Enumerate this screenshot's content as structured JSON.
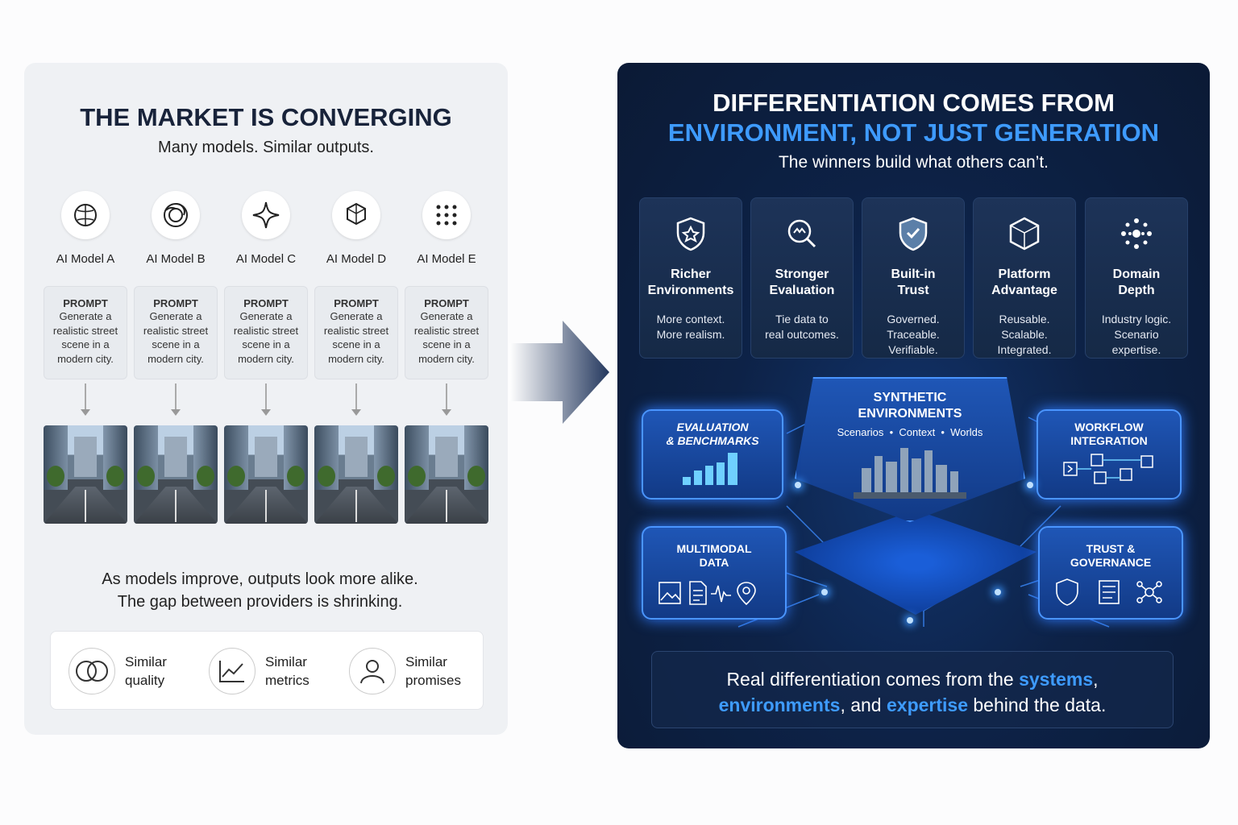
{
  "left": {
    "title": "THE MARKET IS CONVERGING",
    "subtitle": "Many models. Similar outputs.",
    "models": [
      {
        "label": "AI Model A",
        "icon": "brain-icon"
      },
      {
        "label": "AI Model B",
        "icon": "spiral-knot-icon"
      },
      {
        "label": "AI Model C",
        "icon": "sparkle-star-icon"
      },
      {
        "label": "AI Model D",
        "icon": "knot-icon"
      },
      {
        "label": "AI Model E",
        "icon": "dot-grid-icon"
      }
    ],
    "prompt_heading": "PROMPT",
    "prompt_text": "Generate a realistic street scene in a modern city.",
    "conclusion_line1": "As models improve, outputs look more alike.",
    "conclusion_line2": "The gap between providers is shrinking.",
    "similar": [
      {
        "line1": "Similar",
        "line2": "quality",
        "icon": "overlapping-circles-icon"
      },
      {
        "line1": "Similar",
        "line2": "metrics",
        "icon": "line-chart-icon"
      },
      {
        "line1": "Similar",
        "line2": "promises",
        "icon": "person-icon"
      }
    ]
  },
  "right": {
    "title_line1": "DIFFERENTIATION COMES FROM",
    "title_line2": "ENVIRONMENT, NOT JUST GENERATION",
    "subtitle": "The winners build what others can’t.",
    "features": [
      {
        "title1": "Richer",
        "title2": "Environments",
        "desc": [
          "More context.",
          "More realism."
        ],
        "icon": "shield-star-icon"
      },
      {
        "title1": "Stronger",
        "title2": "Evaluation",
        "desc": [
          "Tie data to",
          "real outcomes."
        ],
        "icon": "magnifier-icon"
      },
      {
        "title1": "Built-in",
        "title2": "Trust",
        "desc": [
          "Governed.",
          "Traceable.",
          "Verifiable."
        ],
        "icon": "shield-check-icon"
      },
      {
        "title1": "Platform",
        "title2": "Advantage",
        "desc": [
          "Reusable.",
          "Scalable.",
          "Integrated."
        ],
        "icon": "cube-icon"
      },
      {
        "title1": "Domain",
        "title2": "Depth",
        "desc": [
          "Industry logic.",
          "Scenario",
          "expertise."
        ],
        "icon": "dots-cluster-icon"
      }
    ],
    "center": {
      "title1": "SYNTHETIC",
      "title2": "ENVIRONMENTS",
      "tagline": "Scenarios  •  Context  •  Worlds"
    },
    "eval": {
      "line1": "EVALUATION",
      "line2": "& BENCHMARKS"
    },
    "workflow": {
      "line1": "WORKFLOW",
      "line2": "INTEGRATION"
    },
    "multimodal": {
      "line1": "MULTIMODAL",
      "line2": "DATA"
    },
    "trust": {
      "line1": "TRUST &",
      "line2": "GOVERNANCE"
    },
    "footer": {
      "p1": "Real differentiation comes from the ",
      "h1": "systems",
      "p2": ",",
      "h2": "environments",
      "p3": ", and ",
      "h3": "expertise",
      "p4": " behind the data."
    },
    "accent": "#3e9bff"
  }
}
